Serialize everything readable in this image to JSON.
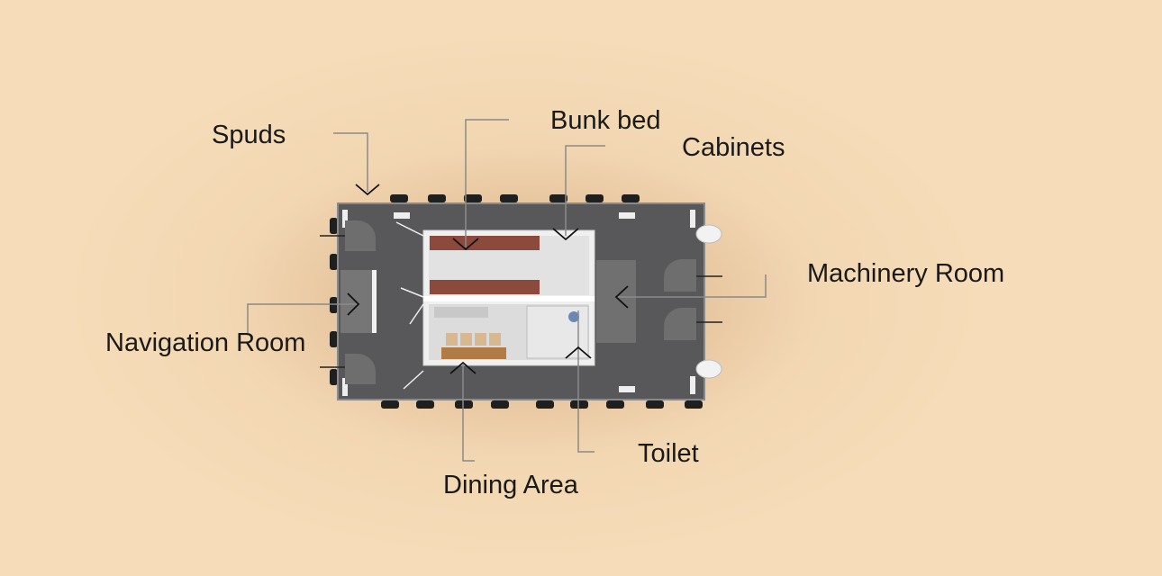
{
  "colors": {
    "background": "#f4d9b6",
    "deck": "#58585a",
    "deck_border": "#8a8a8a",
    "cabin_wall": "#f0f0f0",
    "cabin_floor": "#d9d9d9",
    "bunk": "#8b4a3c",
    "equipment": "#767676",
    "leader_line": "#8a8a8a",
    "label_text": "#1a1a1a"
  },
  "labels": {
    "spuds": "Spuds",
    "bunk_bed": "Bunk bed",
    "cabinets": "Cabinets",
    "machinery_room": "Machinery Room",
    "navigation_room": "Navigation Room",
    "dining_area": "Dining Area",
    "toilet": "Toilet"
  }
}
